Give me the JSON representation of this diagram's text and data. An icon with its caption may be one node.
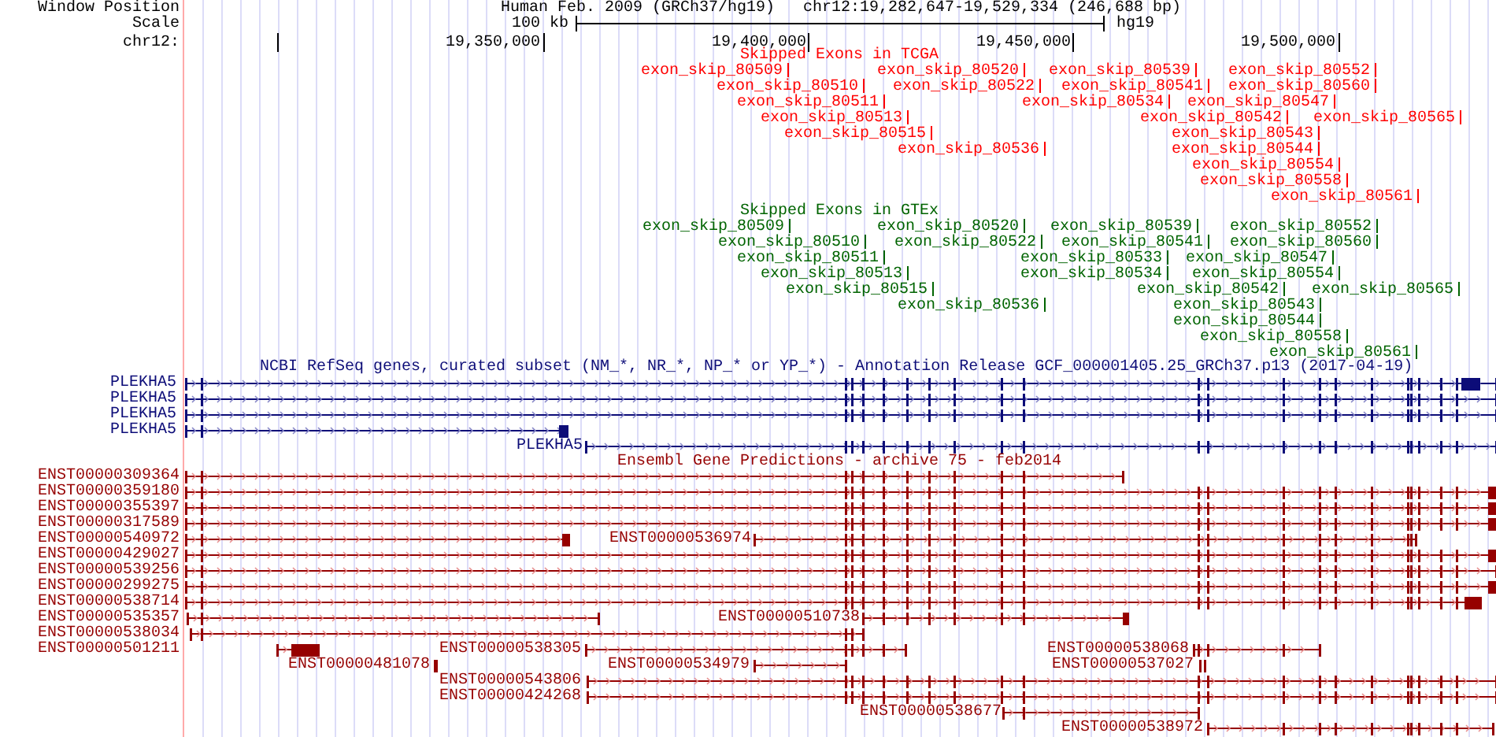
{
  "diagram": {
    "labels": [
      "Window Position",
      "Human Feb. 2009 (GRCh37/hg19)",
      "chr12:19,282,647-19,529,334 (246,688 bp)",
      "Scale",
      "100 kb",
      "hg19",
      "chr12:",
      "19,350,000",
      "19,400,000",
      "19,450,000",
      "19,500,000",
      "Skipped Exons in TCGA",
      "exon_skip_80509",
      "exon_skip_80520",
      "exon_skip_80539",
      "exon_skip_80552",
      "exon_skip_80510",
      "exon_skip_80522",
      "exon_skip_80541",
      "exon_skip_80560",
      "exon_skip_80511",
      "exon_skip_80534",
      "exon_skip_80547",
      "exon_skip_80513",
      "exon_skip_80542",
      "exon_skip_80565",
      "exon_skip_80515",
      "exon_skip_80543",
      "exon_skip_80536",
      "exon_skip_80544",
      "exon_skip_80554",
      "exon_skip_80558",
      "exon_skip_80561",
      "Skipped Exons in GTEx",
      "exon_skip_80509",
      "exon_skip_80520",
      "exon_skip_80539",
      "exon_skip_80552",
      "exon_skip_80510",
      "exon_skip_80522",
      "exon_skip_80541",
      "exon_skip_80560",
      "exon_skip_80511",
      "exon_skip_80533",
      "exon_skip_80547",
      "exon_skip_80513",
      "exon_skip_80534",
      "exon_skip_80554",
      "exon_skip_80515",
      "exon_skip_80542",
      "exon_skip_80565",
      "exon_skip_80536",
      "exon_skip_80543",
      "exon_skip_80544",
      "exon_skip_80558",
      "exon_skip_80561",
      "NCBI RefSeq genes, curated subset (NM_*, NR_*, NP_* or YP_*) - Annotation Release GCF_000001405.25_GRCh37.p13 (2017-04-19)",
      "PLEKHA5",
      "PLEKHA5",
      "PLEKHA5",
      "PLEKHA5",
      "PLEKHA5",
      "Ensembl Gene Predictions - archive 75 - feb2014",
      "ENST00000309364",
      "ENST00000359180",
      "ENST00000355397",
      "ENST00000317589",
      "ENST00000540972",
      "ENST00000536974",
      "ENST00000429027",
      "ENST00000539256",
      "ENST00000299275",
      "ENST00000538714",
      "ENST00000535357",
      "ENST00000510738",
      "ENST00000538034",
      "ENST00000501211",
      "ENST00000538305",
      "ENST00000538068",
      "ENST00000481078",
      "ENST00000534979",
      "ENST00000537027",
      "ENST00000543806",
      "ENST00000424268",
      "ENST00000538677",
      "ENST00000538972"
    ]
  }
}
